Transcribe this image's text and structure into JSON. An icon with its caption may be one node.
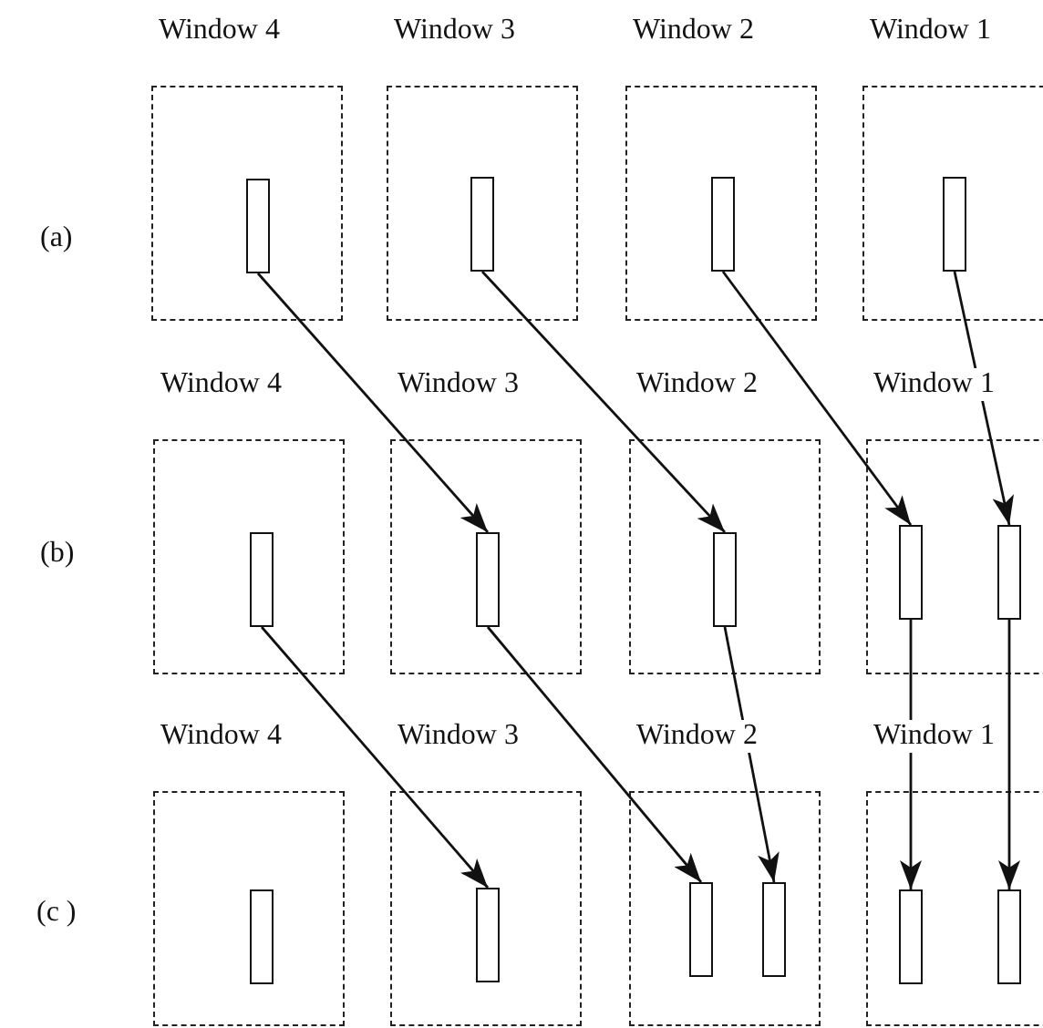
{
  "diagram": {
    "nodes": [
      {
        "text": [
          "Window 4"
        ]
      },
      {
        "text": [],
        "shape": "box",
        "in": 0
      },
      {
        "text": [
          "Window 3"
        ]
      },
      {
        "text": [],
        "shape": "box",
        "in": 2
      },
      {
        "text": [
          "Window 2"
        ]
      },
      {
        "text": [],
        "shape": "box",
        "in": 4
      },
      {
        "text": [
          "Window 1"
        ]
      },
      {
        "text": [],
        "shape": "box",
        "in": 6
      },
      {
        "text": [
          "Window 4"
        ]
      },
      {
        "text": [],
        "shape": "box",
        "in": 8
      },
      {
        "text": [
          "Window 3"
        ]
      },
      {
        "text": [],
        "shape": "box",
        "in": 10
      },
      {
        "text": [
          "Window 2"
        ]
      },
      {
        "text": [],
        "shape": "box",
        "in": 12
      },
      {
        "text": [
          "Window 1"
        ]
      },
      {
        "text": [],
        "shape": "box",
        "in": 14
      },
      {
        "text": [],
        "shape": "box",
        "in": 14
      },
      {
        "text": [
          "Window 4"
        ]
      },
      {
        "text": [],
        "shape": "box",
        "in": 17
      },
      {
        "text": [
          "Window 3"
        ]
      },
      {
        "text": [],
        "shape": "box",
        "in": 19
      },
      {
        "text": [
          "Window 2"
        ]
      },
      {
        "text": [],
        "shape": "box",
        "in": 21
      },
      {
        "text": [],
        "shape": "box",
        "in": 21
      },
      {
        "text": [
          "Window 1"
        ]
      },
      {
        "text": [],
        "shape": "box",
        "in": 24
      },
      {
        "text": [],
        "shape": "box",
        "in": 24
      }
    ],
    "edges": [
      {
        "from": 1,
        "to": 11,
        "arrow": "to"
      },
      {
        "from": 3,
        "to": 13,
        "arrow": "to"
      },
      {
        "from": 5,
        "to": 15,
        "arrow": "to"
      },
      {
        "from": 7,
        "to": 16,
        "arrow": "to"
      },
      {
        "from": 9,
        "to": 20,
        "arrow": "to"
      },
      {
        "from": 11,
        "to": 22,
        "arrow": "to"
      },
      {
        "from": 13,
        "to": 23,
        "arrow": "to"
      },
      {
        "from": 15,
        "to": 25,
        "arrow": "to"
      },
      {
        "from": 16,
        "to": 26,
        "arrow": "to"
      }
    ],
    "labels": [
      "(a)",
      "(b)",
      "(c )"
    ]
  }
}
